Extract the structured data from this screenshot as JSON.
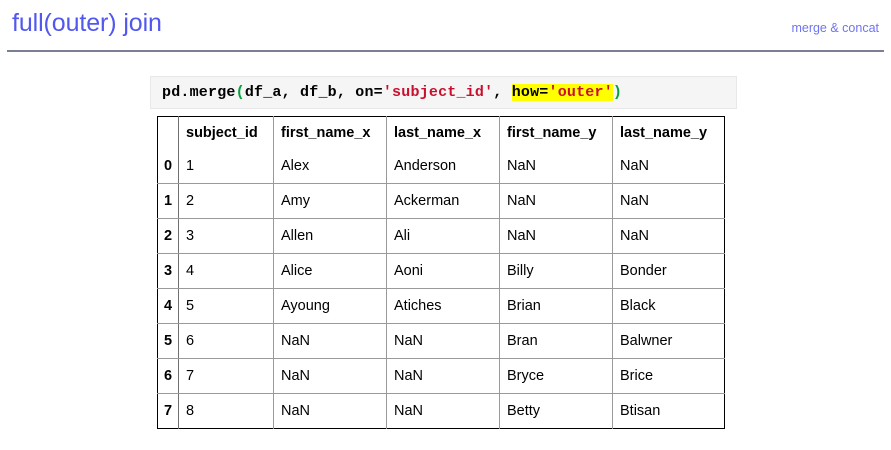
{
  "header": {
    "title": "full(outer) join",
    "note": "merge & concat"
  },
  "code": {
    "tokens": [
      {
        "text": "pd.merge",
        "style": "plain",
        "highlight": false
      },
      {
        "text": "(",
        "style": "paren",
        "highlight": false
      },
      {
        "text": "df_a, df_b, on=",
        "style": "plain",
        "highlight": false
      },
      {
        "text": "'subject_id'",
        "style": "str",
        "highlight": false
      },
      {
        "text": ", ",
        "style": "plain",
        "highlight": false
      },
      {
        "text": "how=",
        "style": "plain",
        "highlight": true
      },
      {
        "text": "'outer'",
        "style": "str",
        "highlight": true
      },
      {
        "text": ")",
        "style": "paren",
        "highlight": false
      }
    ],
    "full_text": "pd.merge(df_a, df_b, on='subject_id', how='outer')"
  },
  "table": {
    "index_header": "",
    "columns": [
      "subject_id",
      "first_name_x",
      "last_name_x",
      "first_name_y",
      "last_name_y"
    ],
    "index": [
      "0",
      "1",
      "2",
      "3",
      "4",
      "5",
      "6",
      "7"
    ],
    "rows": [
      [
        "1",
        "Alex",
        "Anderson",
        "NaN",
        "NaN"
      ],
      [
        "2",
        "Amy",
        "Ackerman",
        "NaN",
        "NaN"
      ],
      [
        "3",
        "Allen",
        "Ali",
        "NaN",
        "NaN"
      ],
      [
        "4",
        "Alice",
        "Aoni",
        "Billy",
        "Bonder"
      ],
      [
        "5",
        "Ayoung",
        "Atiches",
        "Brian",
        "Black"
      ],
      [
        "6",
        "NaN",
        "NaN",
        "Bran",
        "Balwner"
      ],
      [
        "7",
        "NaN",
        "NaN",
        "Bryce",
        "Brice"
      ],
      [
        "8",
        "NaN",
        "NaN",
        "Betty",
        "Btisan"
      ]
    ]
  },
  "colors": {
    "title_blue": "#5257ee",
    "note_blue": "#6f74f0",
    "rule_gray": "#7b7f95",
    "code_bg": "#f5f5f5",
    "string_red": "#c8102e",
    "paren_green": "#00a33f",
    "highlight_yellow": "#ffff00"
  }
}
